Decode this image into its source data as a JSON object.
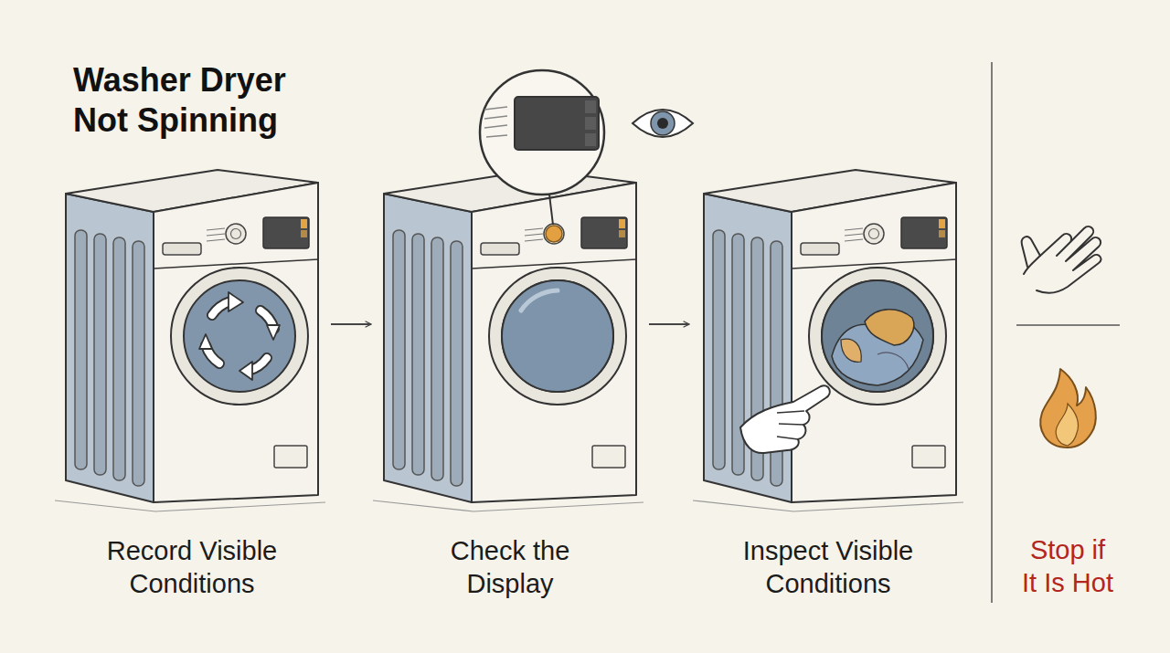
{
  "diagram": {
    "title": "Washer Dryer Not Spinning",
    "nodes": [
      {
        "text": [
          "Record Visible Conditions"
        ]
      },
      {
        "text": [
          "Check the Display"
        ]
      },
      {
        "text": [
          "Inspect Visible Conditions"
        ]
      }
    ],
    "edges": [
      {
        "from": 0,
        "to": 1,
        "arrow": "to"
      },
      {
        "from": 1,
        "to": 2,
        "arrow": "to"
      }
    ],
    "labels": [
      "Stop if It Is Hot"
    ]
  }
}
